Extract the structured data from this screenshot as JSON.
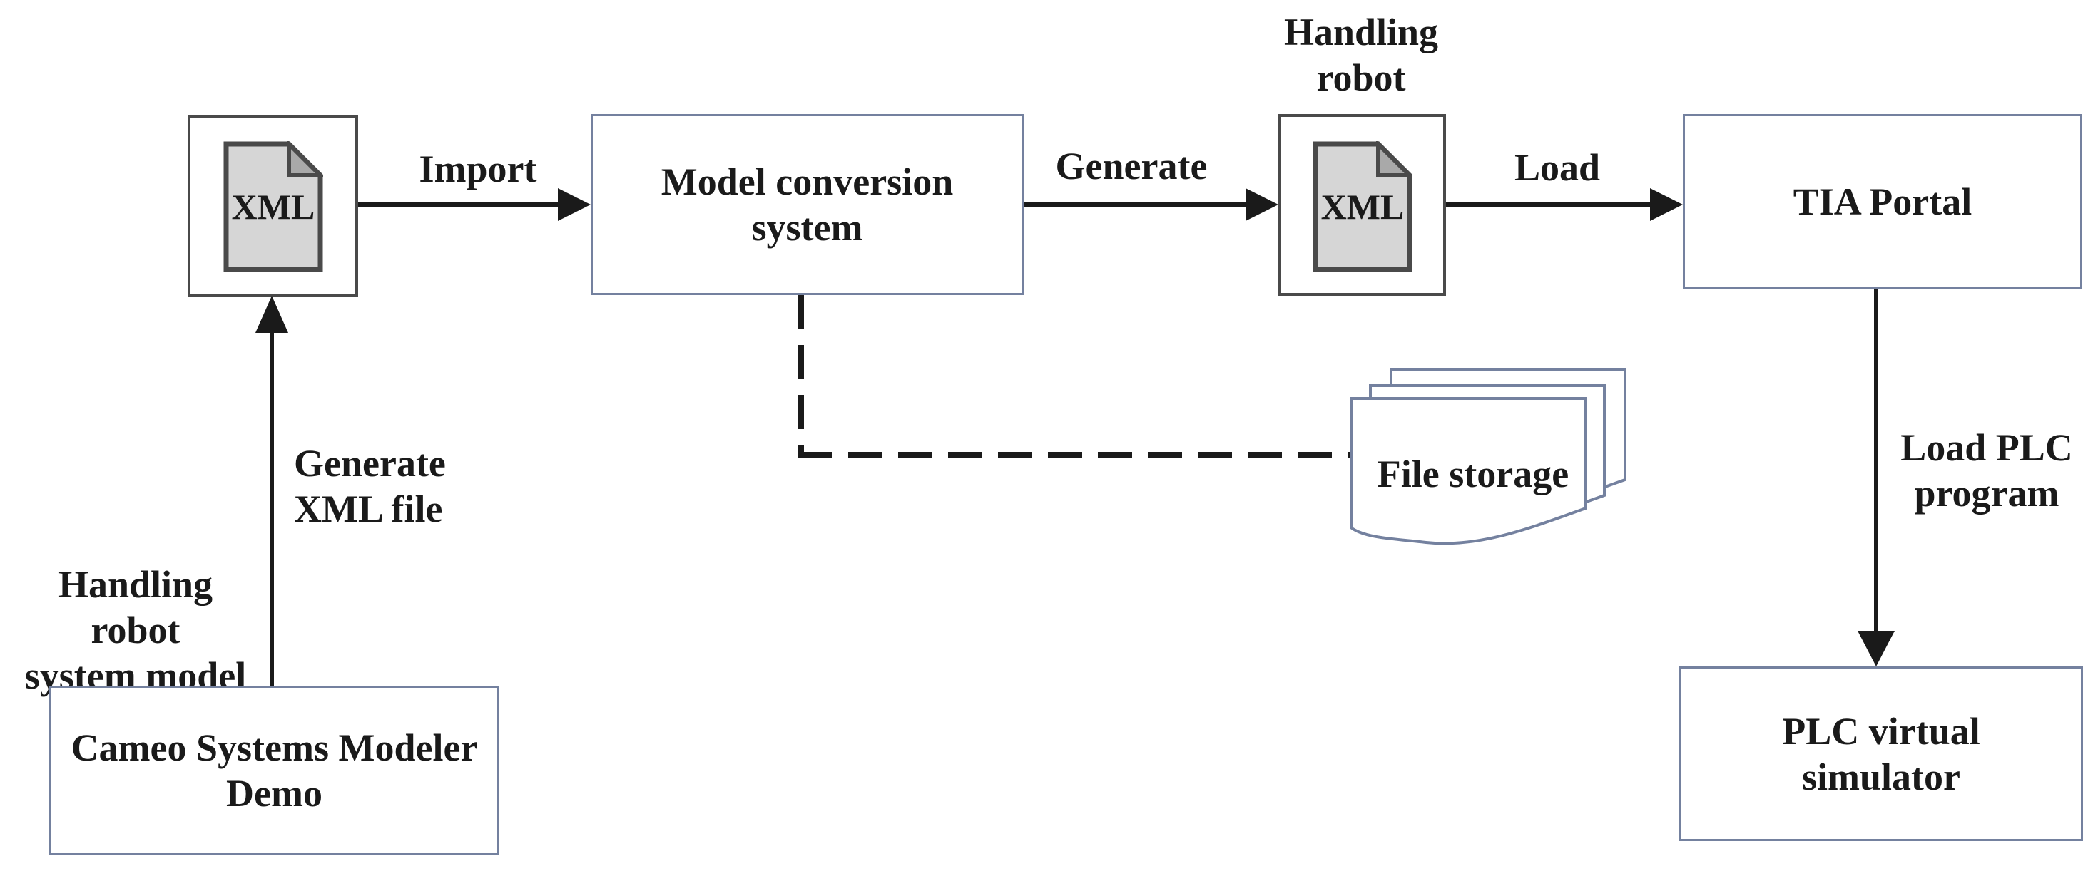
{
  "colors": {
    "background": "#ffffff",
    "node_border": "#74819f",
    "xml_box_border": "#4a4a4a",
    "doc_fill": "#d6d6d6",
    "doc_fold": "#a9a9a9",
    "doc_outline": "#4a4a4a",
    "page_border": "#74819f",
    "line": "#1a1a1a",
    "text": "#1a1a1a"
  },
  "nodes": {
    "cameo": {
      "label": "Cameo Systems Modeler\nDemo"
    },
    "xml_source": {
      "label": "XML"
    },
    "model_conversion": {
      "label": "Model conversion\nsystem"
    },
    "xml_generated": {
      "label": "XML",
      "caption": "Handling\nrobot"
    },
    "tia_portal": {
      "label": "TIA Portal"
    },
    "plc_simulator": {
      "label": "PLC virtual\nsimulator"
    },
    "file_storage": {
      "label": "File storage"
    }
  },
  "edges": {
    "cameo_to_xml": {
      "label": "Generate\nXML file",
      "side_label": "Handling robot\nsystem model"
    },
    "xml_to_conversion": {
      "label": "Import"
    },
    "conversion_to_xml": {
      "label": "Generate"
    },
    "xml_to_tia": {
      "label": "Load"
    },
    "tia_to_plc": {
      "label": "Load PLC\nprogram"
    },
    "conversion_to_storage": {
      "style": "dashed"
    }
  }
}
